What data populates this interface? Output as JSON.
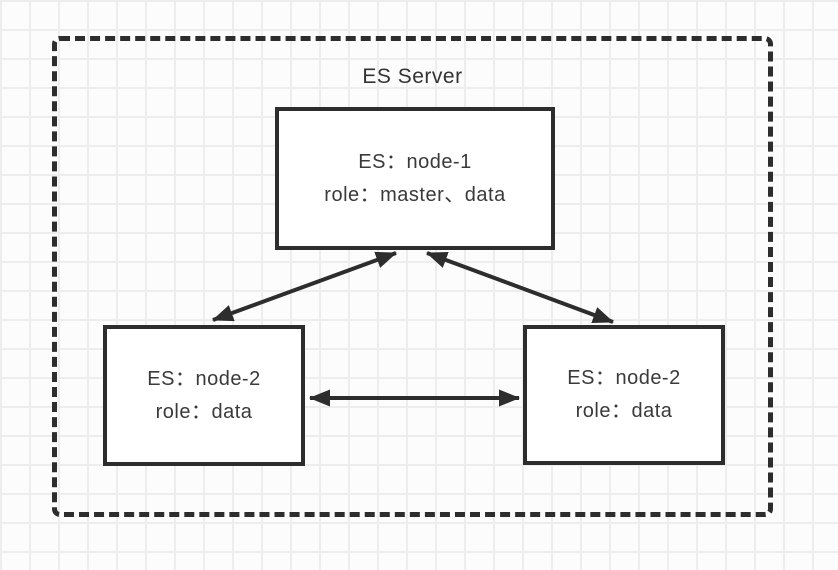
{
  "diagram": {
    "title": "ES Server",
    "nodes": [
      {
        "id": "node-1",
        "line1": "ES：node-1",
        "line2": "role：master、data"
      },
      {
        "id": "node-2-left",
        "line1": "ES：node-2",
        "line2": "role：data"
      },
      {
        "id": "node-2-right",
        "line1": "ES：node-2",
        "line2": "role：data"
      }
    ],
    "connections": [
      {
        "from": "node-1",
        "to": "node-2-left",
        "direction": "bidirectional"
      },
      {
        "from": "node-1",
        "to": "node-2-right",
        "direction": "bidirectional"
      },
      {
        "from": "node-2-left",
        "to": "node-2-right",
        "direction": "bidirectional"
      }
    ],
    "colors": {
      "stroke": "#2d2d2d",
      "text": "#3a3a3a",
      "node_fill": "#ffffff",
      "background": "#fcfcfc",
      "grid_line": "#ededed"
    }
  }
}
